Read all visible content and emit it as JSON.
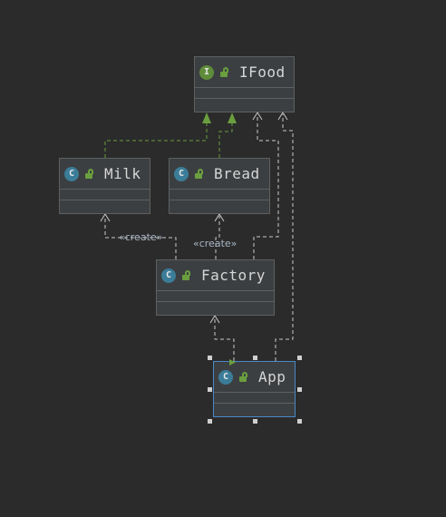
{
  "nodes": {
    "ifood": {
      "name": "IFood",
      "kind": "interface",
      "badge": "I",
      "icon": "interface-icon"
    },
    "milk": {
      "name": "Milk",
      "kind": "class",
      "badge": "C",
      "icon": "class-icon"
    },
    "bread": {
      "name": "Bread",
      "kind": "class",
      "badge": "C",
      "icon": "class-icon"
    },
    "factory": {
      "name": "Factory",
      "kind": "class",
      "badge": "C",
      "icon": "class-icon"
    },
    "app": {
      "name": "App",
      "kind": "class",
      "badge": "C",
      "icon": "runnable-class-icon",
      "selected": true
    }
  },
  "edge_labels": {
    "factory_milk": "«create»",
    "factory_bread": "«create»"
  },
  "relations": [
    {
      "from": "Milk",
      "to": "IFood",
      "type": "implements"
    },
    {
      "from": "Bread",
      "to": "IFood",
      "type": "implements"
    },
    {
      "from": "Factory",
      "to": "Milk",
      "type": "create"
    },
    {
      "from": "Factory",
      "to": "Bread",
      "type": "create"
    },
    {
      "from": "Factory",
      "to": "IFood",
      "type": "dependency"
    },
    {
      "from": "App",
      "to": "Factory",
      "type": "dependency"
    },
    {
      "from": "App",
      "to": "IFood",
      "type": "dependency"
    }
  ],
  "colors": {
    "background": "#2b2b2b",
    "node_fill": "#3c3f41",
    "node_border": "#5e6060",
    "selection": "#4a88c7",
    "implements_edge": "#6a9e3f",
    "dependency_edge": "#c8c8c8",
    "interface_badge": "#5f8c3a",
    "class_badge": "#3b7d99"
  }
}
